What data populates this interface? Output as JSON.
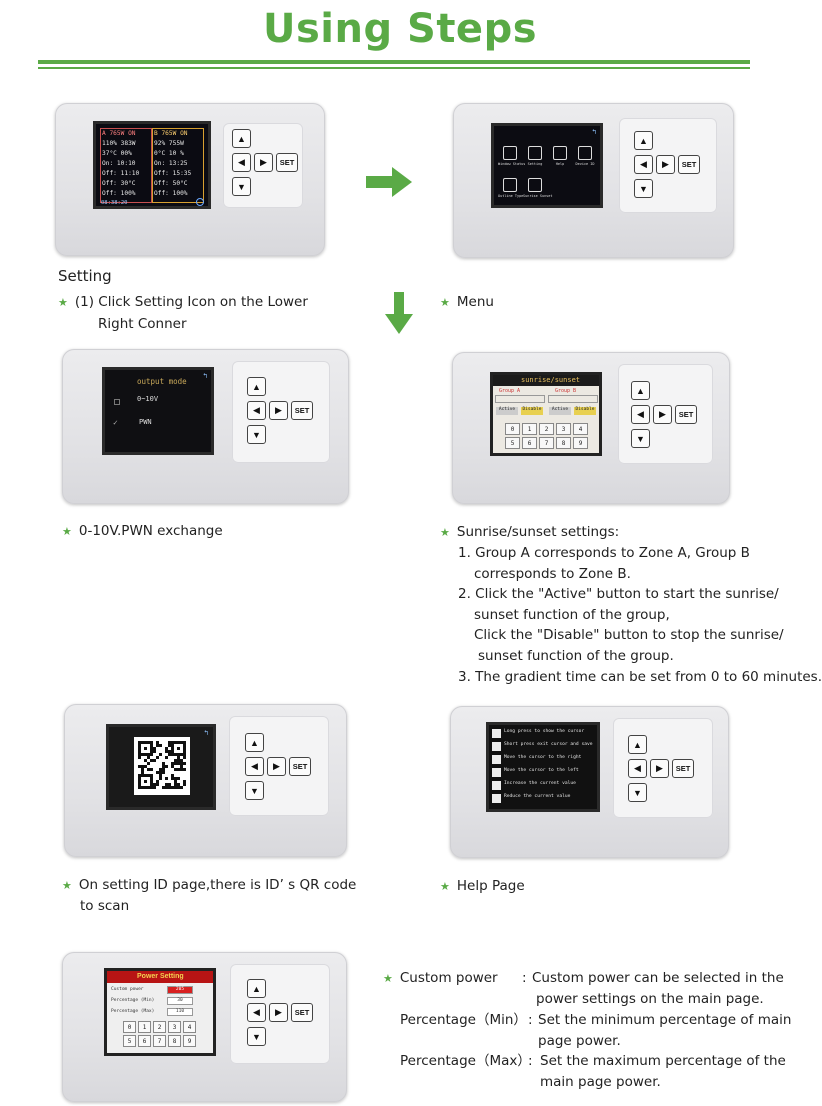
{
  "title": "Using Steps",
  "colors": {
    "accent": "#5aaa46",
    "panel": "#e4e4e7"
  },
  "keypad": {
    "up": "▲",
    "left": "◀",
    "right": "▶",
    "down": "▼",
    "set": "SET"
  },
  "steps": {
    "setting": {
      "heading": "Setting",
      "line1": "(1) Click Setting Icon on the Lower",
      "line2": "Right Conner"
    },
    "menu": {
      "label": "Menu"
    },
    "output": {
      "label": "0-10V.PWN exchange"
    },
    "sunrise": {
      "heading": "Sunrise/sunset settings:",
      "lines": [
        "1. Group A corresponds to Zone A, Group B",
        "corresponds to Zone B.",
        "2. Click the \"Active\" button to start the sunrise/",
        "sunset function of the group,",
        "Click the \"Disable\" button to stop the sunrise/",
        "sunset function of the group.",
        "3. The gradient time can be set from 0 to 60 minutes."
      ]
    },
    "qr": {
      "line1": "On setting ID page,there is ID’ s  QR code",
      "line2": "to scan"
    },
    "help": {
      "label": "Help Page"
    },
    "power": {
      "rows": [
        {
          "term": "Custom power",
          "sep": ":",
          "desc1": "Custom power can be selected in the",
          "desc2": "power settings on the main page."
        },
        {
          "term": "Percentage（Min）",
          "sep": ":",
          "desc1": "Set the minimum percentage of main",
          "desc2": "page power."
        },
        {
          "term": "Percentage（Max）",
          "sep": ":",
          "desc1": "Set the maximum percentage of the",
          "desc2": "main page power."
        }
      ]
    }
  },
  "screens": {
    "main": {
      "left": [
        "A 765W  ON",
        "110%   383W",
        "37°C   00%",
        "On:  10:10",
        "Off: 11:10",
        "Off:  30°C",
        "Off:  100%"
      ],
      "right": [
        "B 765W  ON",
        "92%   755W",
        "0°C   10 %",
        "On:  13:25",
        "Off: 15:35",
        "Off:  50°C",
        "Off:  100%"
      ],
      "clock": "08:38:20"
    },
    "menu": {
      "icons": [
        "Window Status",
        "Setting",
        "Help",
        "Device ID",
        "Outline Type",
        "Sunrise Sunset"
      ]
    },
    "output": {
      "title": "output mode",
      "opt1": "0~10V",
      "opt2": "PWN"
    },
    "sunrise": {
      "title": "sunrise/sunset",
      "groupA": "Group A",
      "groupB": "Group B",
      "active": "Active",
      "disable": "Disable",
      "digits": [
        "0",
        "1",
        "2",
        "3",
        "4",
        "5",
        "6",
        "7",
        "8",
        "9"
      ]
    },
    "help": {
      "lines": [
        "Long press to show the cursor",
        "Short press exit cursor and save",
        "Move the cursor to the right",
        "Move the cursor to the left",
        "Increase the current value",
        "Reduce the current value"
      ]
    },
    "power": {
      "title": "Power Setting",
      "rows": [
        "Custom power",
        "Percentage (Min)",
        "Percentage (Max)"
      ],
      "vals": [
        "205",
        "30",
        "110"
      ]
    }
  }
}
